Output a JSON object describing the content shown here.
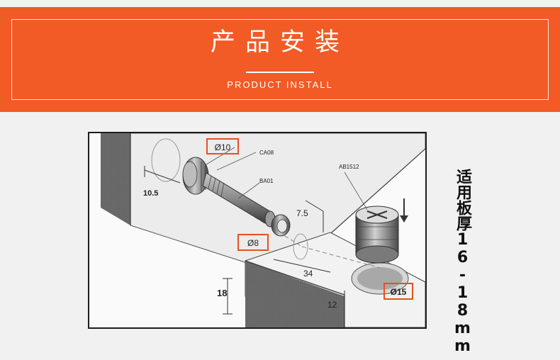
{
  "header": {
    "title": "产品安装",
    "subtitle": "PRODUCT INSTALL",
    "background_color": "#f25a26"
  },
  "diagram": {
    "dim_d10": "Ø10",
    "label_ca08": "CA08",
    "label_ba01": "BA01",
    "label_ab1512": "AB1512",
    "dim_10_5": "10.5",
    "dim_7_5": "7.5",
    "dim_d8": "Ø8",
    "dim_34": "34",
    "dim_18": "18",
    "dim_12": "12",
    "dim_d15": "Ø15",
    "highlight_color": "#e8501e"
  },
  "side_note": "适用板厚16-18mm"
}
